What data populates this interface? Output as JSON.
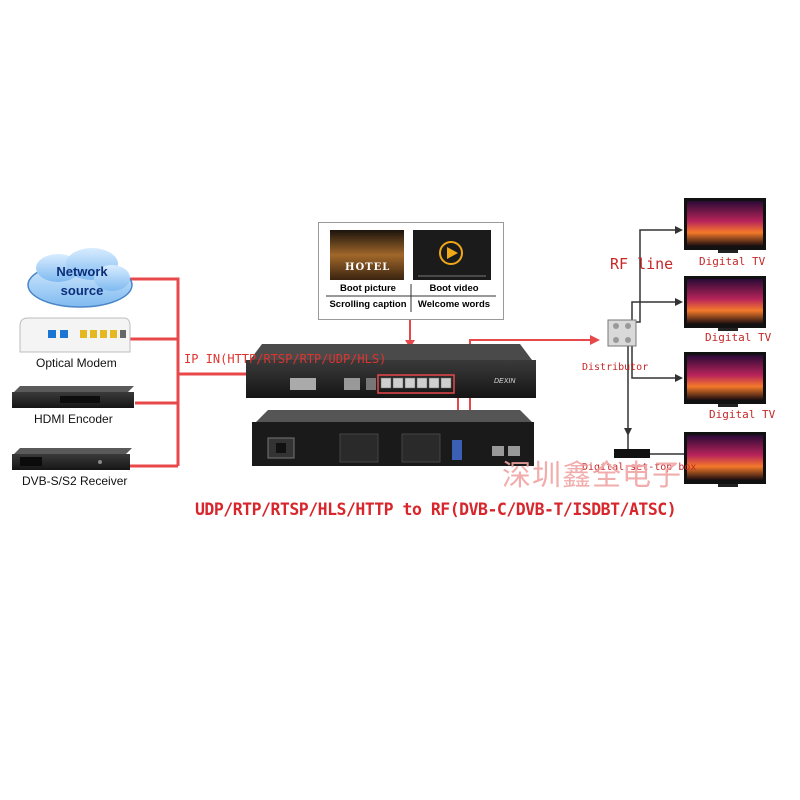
{
  "sources": {
    "network_source": [
      "Network",
      "source"
    ],
    "optical_modem": "Optical Modem",
    "hdmi_encoder": "HDMI Encoder",
    "receiver": "DVB-S/S2 Receiver"
  },
  "ip_in_label": "IP IN(HTTP/RTSP/RTP/UDP/HLS)",
  "preview": {
    "hotel_sign": "HOTEL",
    "boot_picture": "Boot picture",
    "boot_video": "Boot video",
    "scrolling_caption": "Scrolling caption",
    "welcome_words": "Welcome words"
  },
  "device_brand": "DEXIN",
  "rf_line_label": "RF line",
  "distributor_label": "Distributor",
  "tv_labels": [
    "Digital TV",
    "Digital TV",
    "Digital TV"
  ],
  "stb_label": "Digital set-top box",
  "bottom_title": "UDP/RTP/RTSP/HLS/HTTP to RF(DVB-C/DVB-T/ISDBT/ATSC)",
  "watermark": "深圳鑫全电子",
  "colors": {
    "line_red": "#e8484a",
    "line_dark": "#333333",
    "title_red": "#d7262c"
  }
}
